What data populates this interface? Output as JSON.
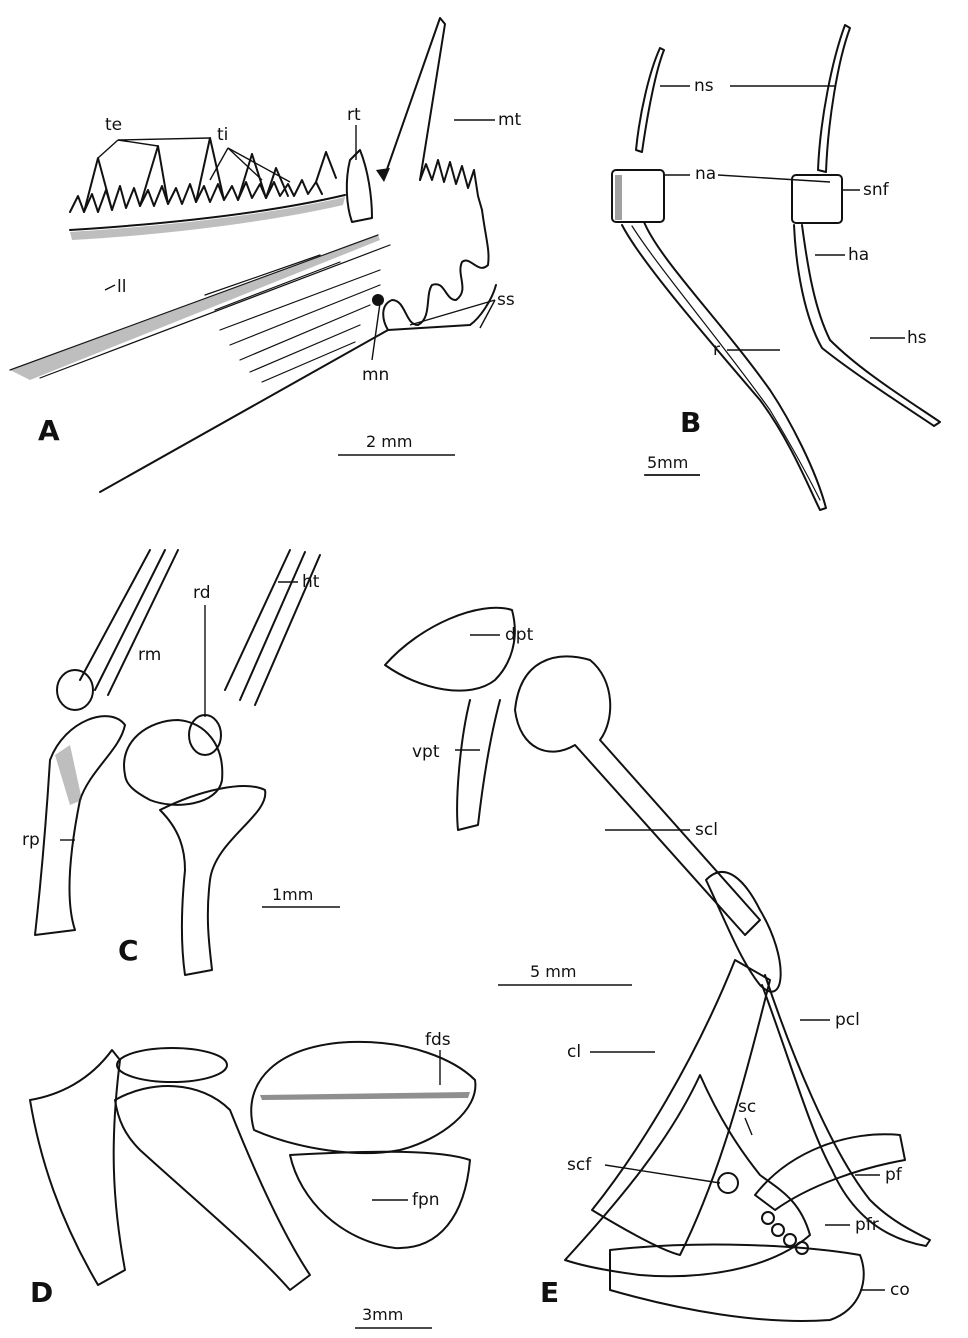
{
  "panels": {
    "A": {
      "letter": "A",
      "labels": {
        "te": "te",
        "ti": "ti",
        "rt": "rt",
        "mt": "mt",
        "ll": "ll",
        "ss": "ss",
        "mn": "mn"
      },
      "scale": "2 mm"
    },
    "B": {
      "letter": "B",
      "labels": {
        "ns": "ns",
        "na": "na",
        "snf": "snf",
        "ha": "ha",
        "r": "r",
        "hs": "hs"
      },
      "scale": "5mm"
    },
    "C": {
      "letter": "C",
      "labels": {
        "rd": "rd",
        "rm": "rm",
        "ht": "ht",
        "rp": "rp"
      },
      "scale": "1mm"
    },
    "D": {
      "letter": "D",
      "labels": {
        "fds": "fds",
        "fpn": "fpn"
      },
      "scale": "3mm"
    },
    "E": {
      "letter": "E",
      "labels": {
        "dpt": "dpt",
        "vpt": "vpt",
        "scl": "scl",
        "pcl": "pcl",
        "cl": "cl",
        "sc": "sc",
        "pf": "pf",
        "scf": "scf",
        "pfr": "pfr",
        "co": "co"
      },
      "scale": "5 mm"
    }
  }
}
